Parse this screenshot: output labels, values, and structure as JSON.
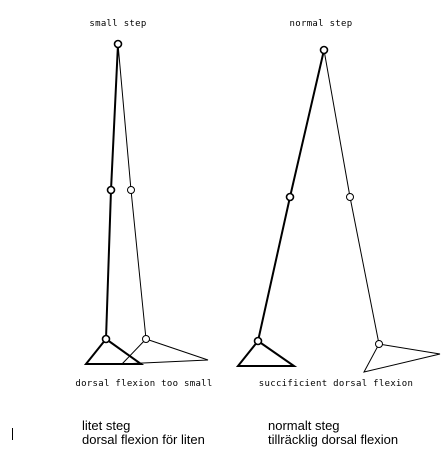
{
  "diagram": {
    "left": {
      "title": "small step",
      "caption": "dorsal flexion too small"
    },
    "right": {
      "title": "normal step",
      "caption": "succificient dorsal flexion"
    }
  },
  "captions": {
    "left": {
      "line1": "litet steg",
      "line2": "dorsal flexion för liten"
    },
    "right": {
      "line1": "normalt steg",
      "line2": "tillräcklig dorsal flexion"
    }
  },
  "colors": {
    "ink": "#000000",
    "background": "#ffffff"
  }
}
